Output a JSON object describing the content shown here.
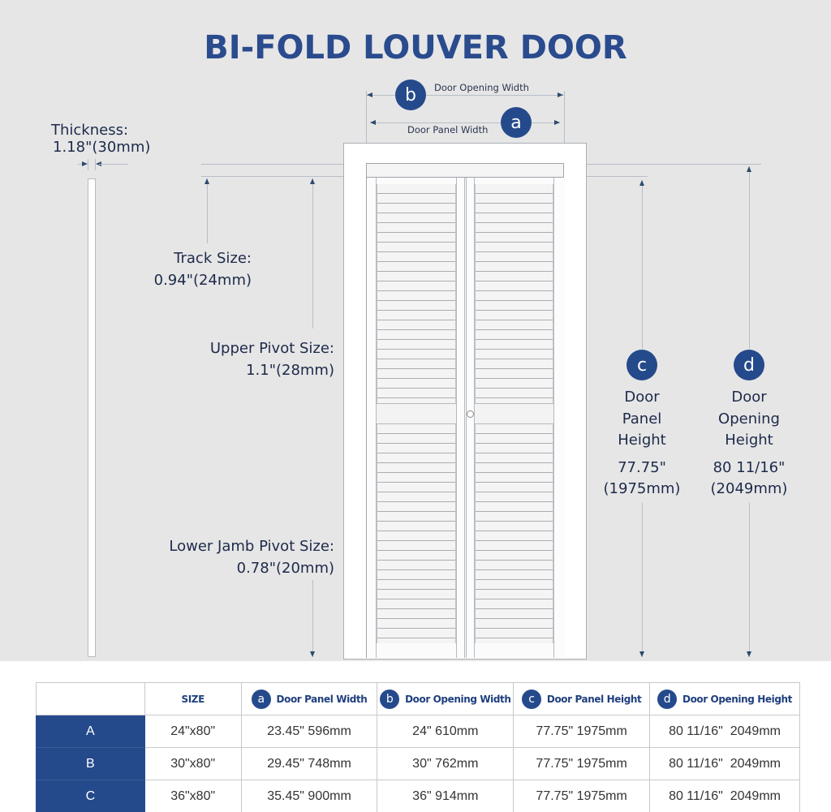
{
  "title": "BI-FOLD LOUVER DOOR",
  "diagram": {
    "thickness": {
      "label": "Thickness:",
      "value": "1.18\"(30mm)"
    },
    "track_size": {
      "label": "Track Size:",
      "value": "0.94\"(24mm)"
    },
    "upper_pivot": {
      "label": "Upper Pivot Size:",
      "value": "1.1\"(28mm)"
    },
    "lower_jamb_pivot": {
      "label": "Lower Jamb Pivot Size:",
      "value": "0.78\"(20mm)"
    },
    "width_b": {
      "badge": "b",
      "label": "Door Opening Width"
    },
    "width_a": {
      "badge": "a",
      "label": "Door Panel Width"
    },
    "height_c": {
      "badge": "c",
      "line1": "Door",
      "line2": "Panel",
      "line3": "Height",
      "value_in": "77.75\"",
      "value_mm": "(1975mm)"
    },
    "height_d": {
      "badge": "d",
      "line1": "Door",
      "line2": "Opening",
      "line3": "Height",
      "value_in": "80 11/16\"",
      "value_mm": "(2049mm)"
    }
  },
  "table": {
    "headers": [
      {
        "badge": "",
        "label": ""
      },
      {
        "badge": "",
        "label": "SIZE"
      },
      {
        "badge": "a",
        "label": "Door Panel Width"
      },
      {
        "badge": "b",
        "label": "Door Opening Width"
      },
      {
        "badge": "c",
        "label": "Door Panel Height"
      },
      {
        "badge": "d",
        "label": "Door Opening Height"
      }
    ],
    "rows": [
      {
        "id": "A",
        "size": "24\"x80\"",
        "panel_width": "23.45\" 596mm",
        "opening_width": "24\" 610mm",
        "panel_height": "77.75\" 1975mm",
        "opening_height": "80 11/16\"  2049mm"
      },
      {
        "id": "B",
        "size": "30\"x80\"",
        "panel_width": "29.45\" 748mm",
        "opening_width": "30\" 762mm",
        "panel_height": "77.75\" 1975mm",
        "opening_height": "80 11/16\"  2049mm"
      },
      {
        "id": "C",
        "size": "36\"x80\"",
        "panel_width": "35.45\" 900mm",
        "opening_width": "36\" 914mm",
        "panel_height": "77.75\" 1975mm",
        "opening_height": "80 11/16\"  2049mm"
      }
    ]
  },
  "colors": {
    "accent": "#254a8c",
    "title": "#2a4b8d",
    "text": "#1d2a4a",
    "background": "#e6e6e6"
  }
}
